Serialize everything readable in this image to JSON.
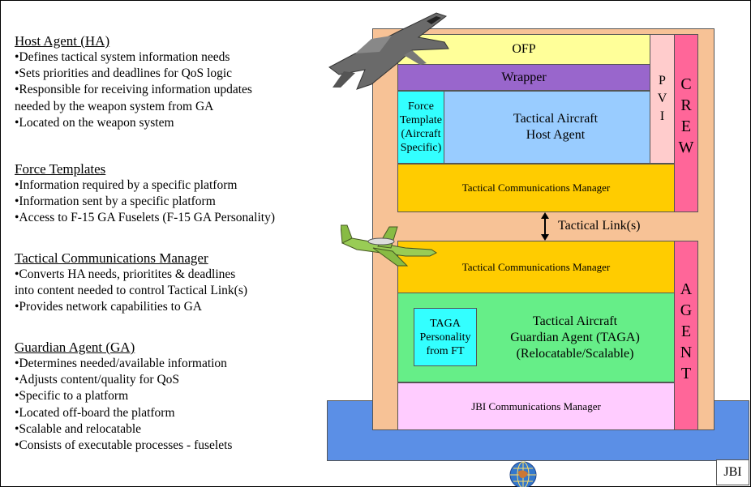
{
  "sections": [
    {
      "title": "Host Agent (HA)",
      "bullets": [
        "•Defines tactical system information needs",
        "•Sets priorities and deadlines for QoS logic",
        "•Responsible for receiving information updates",
        "needed by the weapon system from GA",
        "•Located on the weapon system"
      ]
    },
    {
      "title": "Force Templates",
      "bullets": [
        "•Information required by a specific platform",
        "•Information sent by a specific platform",
        "•Access to F-15 GA Fuselets (F-15 GA Personality)"
      ]
    },
    {
      "title": "Tactical Communications Manager",
      "bullets": [
        "•Converts HA needs, prioritites & deadlines",
        "into content needed to control Tactical Link(s)",
        "•Provides network capabilities to GA"
      ]
    },
    {
      "title": "Guardian Agent (GA)",
      "bullets": [
        "•Determines needed/available information",
        "•Adjusts content/quality for QoS",
        "•Specific to a platform",
        "•Located off-board the platform",
        "•Scalable and relocatable",
        "•Consists of executable processes - fuselets"
      ]
    }
  ],
  "diagram": {
    "ofp": "OFP",
    "wrapper": "Wrapper",
    "force_template": [
      "Force",
      "Template",
      "(Aircraft",
      "Specific)"
    ],
    "host_agent": [
      "Tactical Aircraft",
      "Host Agent"
    ],
    "pvi": [
      "P",
      "V",
      "I"
    ],
    "crew": [
      "C",
      "R",
      "E",
      "W"
    ],
    "tcm_top": "Tactical Communications Manager",
    "tactical_link": "Tactical Link(s)",
    "tcm_bottom": "Tactical Communications Manager",
    "taga_personality": [
      "TAGA",
      "Personality",
      "from FT"
    ],
    "taga": [
      "Tactical Aircraft",
      "Guardian Agent (TAGA)",
      "(Relocatable/Scalable)"
    ],
    "agent": [
      "A",
      "G",
      "E",
      "N",
      "T"
    ],
    "jbi_cm": "JBI Communications Manager",
    "jbi": "JBI"
  },
  "colors": {
    "outer": "#f7c296",
    "ofp": "#ffff99",
    "wrapper": "#9966cc",
    "host_agent": "#99ccff",
    "cyan": "#33ffff",
    "pvi": "#ffcccc",
    "crew_agent": "#ff6699",
    "tcm": "#ffcc00",
    "taga": "#66ee88",
    "jbi_cm": "#ffccff",
    "jbi_band": "#5b8fe6"
  },
  "icons": [
    "fighter-jet-icon",
    "awacs-aircraft-icon",
    "globe-icon"
  ]
}
